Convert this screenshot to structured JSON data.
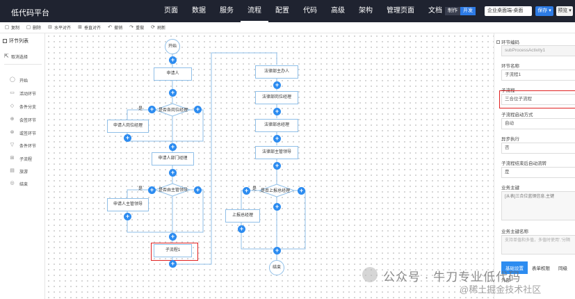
{
  "app": {
    "title": "低代码平台",
    "nav": [
      "页面",
      "数据",
      "服务",
      "流程",
      "配置",
      "代码",
      "高级",
      "架构",
      "管理页面",
      "文档"
    ],
    "nav_active": "流程",
    "mode_left": "制作",
    "mode_right": "开发",
    "template_select": "企业桌面端-桌面",
    "save_label": "保存 ▾",
    "preview_label": "预览 ▾"
  },
  "toolbar": [
    {
      "icon": "save-icon",
      "glyph": "▢",
      "label": "复制"
    },
    {
      "icon": "delete-icon",
      "glyph": "▢",
      "label": "删除"
    },
    {
      "icon": "align-horizontal-icon",
      "glyph": "⊟",
      "label": "水平对齐"
    },
    {
      "icon": "align-vertical-icon",
      "glyph": "⊞",
      "label": "垂直对齐"
    },
    {
      "icon": "undo-icon",
      "glyph": "↶",
      "label": "撤销"
    },
    {
      "icon": "redo-icon",
      "glyph": "↷",
      "label": "重做"
    },
    {
      "icon": "refresh-icon",
      "glyph": "⟳",
      "label": "刷新"
    }
  ],
  "left_panel": {
    "title": "环节列表",
    "cancel_select": "取消选择",
    "node_types": [
      {
        "label": "开始",
        "icon": "circle-icon",
        "glyph": "◯"
      },
      {
        "label": "活动环节",
        "icon": "activity-icon",
        "glyph": "▭"
      },
      {
        "label": "条件分支",
        "icon": "condition-icon",
        "glyph": "◇"
      },
      {
        "label": "会签环节",
        "icon": "countersign-icon",
        "glyph": "⊕"
      },
      {
        "label": "或签环节",
        "icon": "or-sign-icon",
        "glyph": "⊗"
      },
      {
        "label": "条件环节",
        "icon": "filter-icon",
        "glyph": "▽"
      },
      {
        "label": "子流程",
        "icon": "subprocess-icon",
        "glyph": "⊞"
      },
      {
        "label": "旅游",
        "icon": "travel-icon",
        "glyph": "▤"
      },
      {
        "label": "结束",
        "icon": "end-icon",
        "glyph": "◎"
      }
    ]
  },
  "flow": {
    "start": "开始",
    "end": "结束",
    "left_column": {
      "applicant": "申请人",
      "gateway1": "是否各岗位经理",
      "yes1": "是",
      "node_post_manager": "申请人岗位经理",
      "node_dept_manager": "申请人部门经理",
      "gateway2": "是否由主管领导",
      "yes2": "是",
      "node_lead": "申请人主管领导",
      "subprocess": "子流程1"
    },
    "right_column": {
      "legal_handler": "法律部主办人",
      "legal_post_manager": "法律部岗位经理",
      "legal_manager": "法律部总经理",
      "legal_lead": "法律部主管领导",
      "gateway3": "是否上报总经理",
      "yes3": "是",
      "report_gm": "上报总经理"
    }
  },
  "right_panel": {
    "node_code_label": "环节编码",
    "node_code_value": "subProcessActivity1",
    "node_name_label": "环节名称",
    "node_name_value": "子流程1",
    "subprocess_label": "子流程",
    "subprocess_value": "三合位子流程",
    "start_mode_label": "子流程启动方式",
    "start_mode_value": "自动",
    "async_label": "异步执行",
    "async_value": "否",
    "auto_end_label": "子流程结束后自动流转",
    "auto_end_value": "是",
    "biz_key_label": "业务主键",
    "biz_key_value": "[从表]三合位蓝钢信息.主键",
    "biz_key_name_label": "业务主键名称",
    "biz_key_name_placeholder": "支持单值和多值，多值时使用'.'分隔",
    "tabs": [
      "基础设置",
      "表单权限",
      "同级"
    ],
    "bottom_label": "外部"
  },
  "watermark": {
    "line1": "公众号 · 牛刀专业低代码",
    "line2": "@稀土掘金技术社区"
  }
}
